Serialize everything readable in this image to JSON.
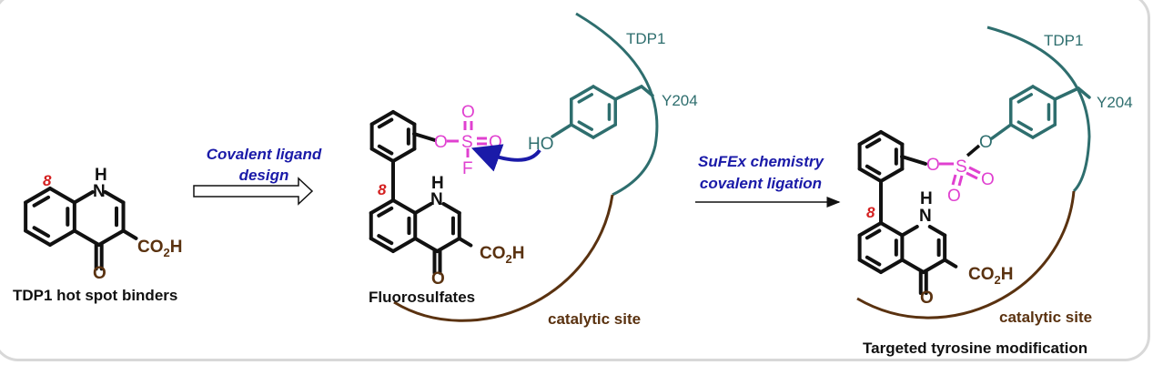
{
  "panels": {
    "left": {
      "caption": "TDP1 hot spot binders",
      "position_label": "8",
      "n_label": "N",
      "h_label": "H",
      "o_label": "O",
      "acid_label": "CO",
      "acid_sub": "2",
      "acid_h": "H"
    },
    "middle": {
      "caption": "Fluorosulfates",
      "position_label": "8",
      "n_label": "N",
      "h_label": "H",
      "o_label": "O",
      "acid_label": "CO",
      "acid_sub": "2",
      "acid_h": "H",
      "sulfonyl": {
        "o1": "O",
        "s": "S",
        "o2": "O",
        "o3": "O",
        "f": "F"
      },
      "ho_label": "HO",
      "protein_label": "TDP1",
      "residue_label": "Y204",
      "site_label": "catalytic site"
    },
    "right": {
      "caption": "Targeted tyrosine modification",
      "position_label": "8",
      "n_label": "N",
      "h_label": "H",
      "o_label": "O",
      "acid_label": "CO",
      "acid_sub": "2",
      "acid_h": "H",
      "sulfonyl": {
        "o1": "O",
        "s": "S",
        "o2": "O",
        "o3": "O",
        "o4": "O"
      },
      "protein_label": "TDP1",
      "residue_label": "Y204",
      "site_label": "catalytic site"
    }
  },
  "arrows": {
    "design": {
      "line1": "Covalent ligand",
      "line2": "design"
    },
    "ligation": {
      "line1": "SuFEx chemistry",
      "line2": "covalent ligation"
    }
  },
  "colors": {
    "bond": "#111111",
    "protein": "#2e6e6e",
    "site": "#5a3210",
    "fluorosulfate": "#e040d0",
    "annotation": "#1a1aa8",
    "position": "#d42020"
  }
}
